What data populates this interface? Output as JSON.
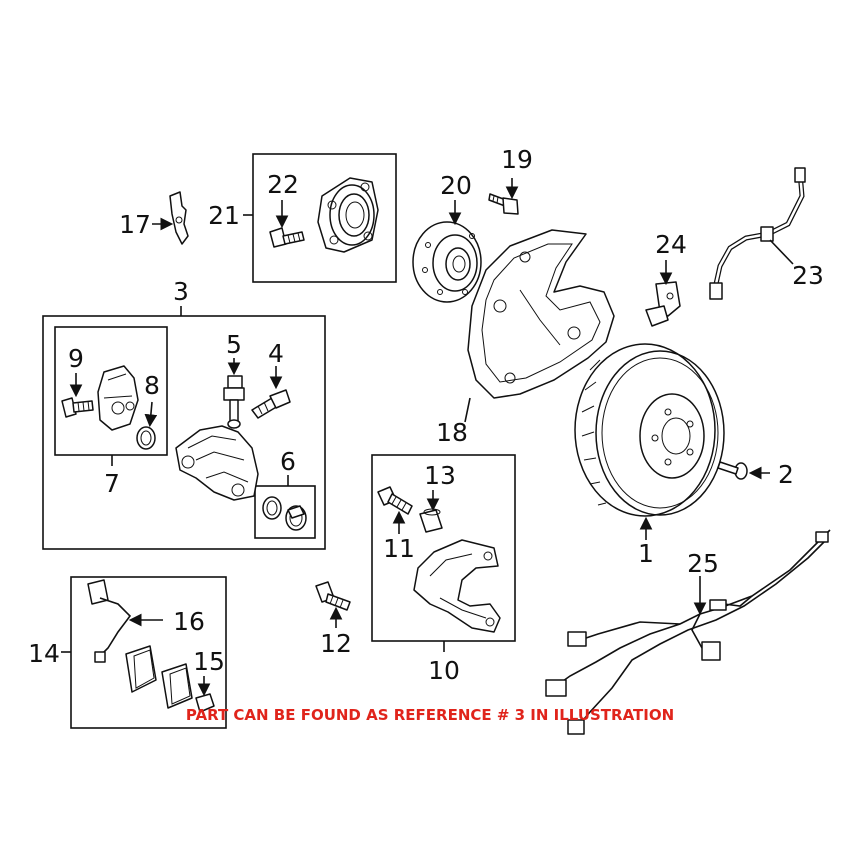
{
  "callouts": {
    "c1": "1",
    "c2": "2",
    "c3": "3",
    "c4": "4",
    "c5": "5",
    "c6": "6",
    "c7": "7",
    "c8": "8",
    "c9": "9",
    "c10": "10",
    "c11": "11",
    "c12": "12",
    "c13": "13",
    "c14": "14",
    "c15": "15",
    "c16": "16",
    "c17": "17",
    "c18": "18",
    "c19": "19",
    "c20": "20",
    "c21": "21",
    "c22": "22",
    "c23": "23",
    "c24": "24",
    "c25": "25"
  },
  "note": "PART CAN BE FOUND AS REFERENCE # 3 IN ILLUSTRATION",
  "colors": {
    "line": "#111111",
    "note": "#e0241b",
    "background": "#ffffff"
  }
}
